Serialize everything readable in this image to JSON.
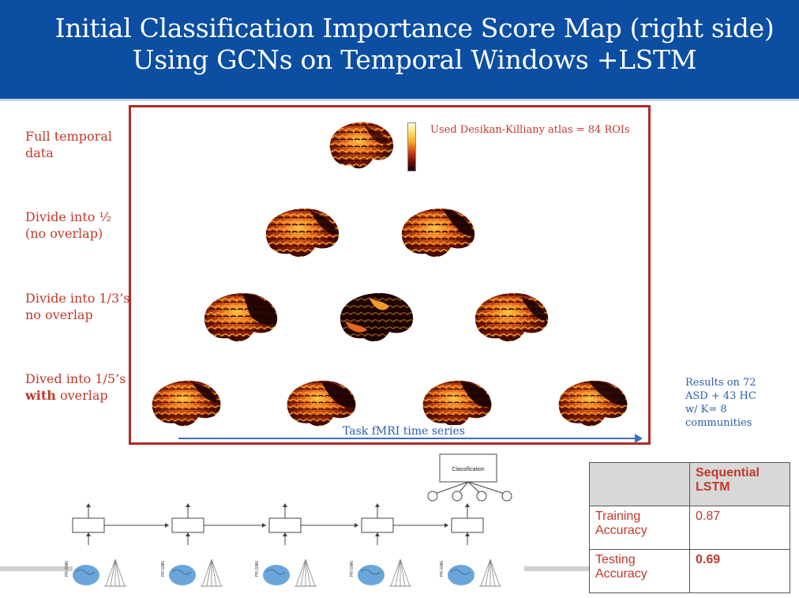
{
  "header": {
    "title_line1": "Initial Classification Importance Score Map  (right side)",
    "title_line2": "Using GCNs on Temporal Windows  +LSTM"
  },
  "rows": [
    {
      "line1": "Full temporal",
      "line2": "data"
    },
    {
      "line1": "Divide into ½",
      "line2": "(no overlap)"
    },
    {
      "line1": "Divide into 1/3’s",
      "line2": "no overlap"
    },
    {
      "line1": "Dived into 1/5’s",
      "line2_bold": "with",
      "line2_rest": " overlap"
    }
  ],
  "atlas_note": "Used Desikan-Killiany atlas =  84 ROIs",
  "timeline_label": "Task fMRI time series",
  "results_note": [
    "Results on 72",
    "ASD + 43 HC",
    "w/ K= 8",
    "communities"
  ],
  "diagram": {
    "classification_label": "Classification",
    "input_tag": "PR-GNN"
  },
  "table": {
    "header": [
      "",
      "Sequential LSTM"
    ],
    "rows": [
      {
        "label": "Training Accuracy",
        "value": "0.87"
      },
      {
        "label": "Testing Accuracy",
        "value": "0.69"
      }
    ]
  },
  "colors": {
    "header_bg": "#0b4ea2",
    "accent_red": "#c0392b",
    "accent_blue": "#2a5caa",
    "frame": "#b02a2a"
  }
}
